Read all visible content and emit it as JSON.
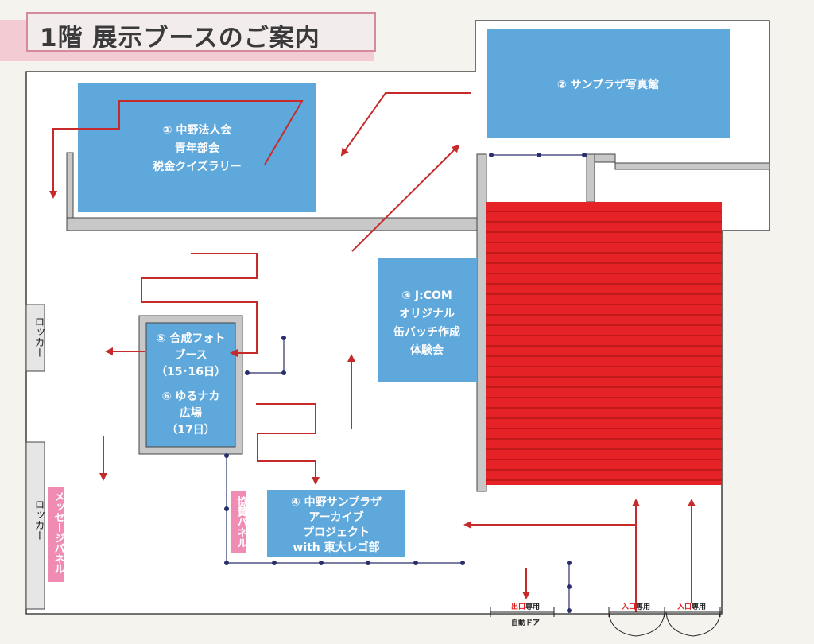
{
  "title": "1階 展示ブースのご案内",
  "booths": {
    "b1": [
      "① 中野法人会",
      "青年部会",
      "税金クイズラリー"
    ],
    "b2": [
      "② サンプラザ写真館"
    ],
    "b3": [
      "③ J:COM",
      "オリジナル",
      "缶バッチ作成",
      "体験会"
    ],
    "b4": [
      "④ 中野サンプラザ",
      "アーカイブ",
      "プロジェクト",
      "with 東大レゴ部"
    ],
    "b5": [
      "⑤ 合成フォト",
      "ブース",
      "（15･16日）"
    ],
    "b6": [
      "⑥ ゆるナカ",
      "広場",
      "（17日）"
    ]
  },
  "labels": {
    "locker_top": "ロッカー",
    "locker_bottom": "ロッカー",
    "message_panel": "メッセージパネル",
    "sponsor_panel": "協賛パネル",
    "exit_red": "出口",
    "exit_black": "専用",
    "auto_door": "自動ドア",
    "entrance1_red": "入口",
    "entrance1_black": "専用",
    "entrance2_red": "入口",
    "entrance2_black": "専用"
  },
  "colors": {
    "booth_blue": "#5fa8dc",
    "seating_red": "#e52326",
    "arrow_red": "#c62a2a",
    "pink": "#f08cb4",
    "wall_gray": "#c8c8c8",
    "stanchion_navy": "#2a2f6b"
  }
}
